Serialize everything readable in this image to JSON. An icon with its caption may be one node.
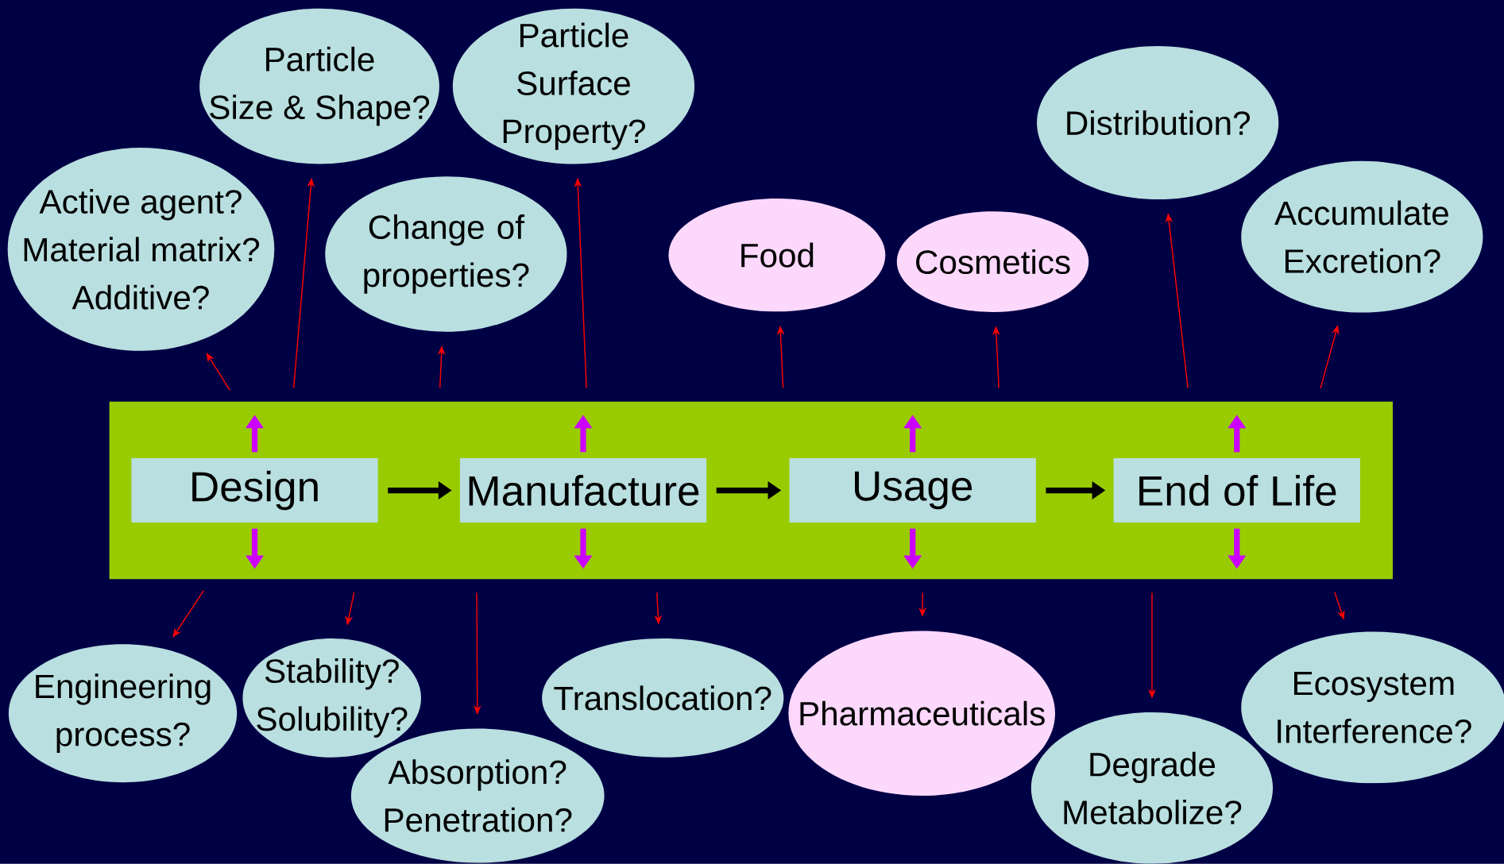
{
  "diagram": {
    "nodes": [
      {
        "text": [],
        "shape": "box"
      },
      {
        "text": [
          "Design"
        ],
        "in": 0
      },
      {
        "text": [
          "Manufacture"
        ],
        "in": 0
      },
      {
        "text": [
          "Usage"
        ],
        "in": 0
      },
      {
        "text": [
          "End of Life"
        ],
        "in": 0
      },
      {
        "text": [
          "Active agent?",
          "Material matrix?",
          "Additive?"
        ]
      },
      {
        "text": [
          "Particle",
          "Size & Shape?"
        ]
      },
      {
        "text": [
          "Change of properties?"
        ]
      },
      {
        "text": [
          "Particle Surface Property?"
        ]
      },
      {
        "text": [
          "Food"
        ]
      },
      {
        "text": [
          "Cosmetics"
        ]
      },
      {
        "text": [
          "Distribution?"
        ]
      },
      {
        "text": [
          "Accumulate",
          "Excretion?"
        ]
      },
      {
        "text": [
          "Engineering process?"
        ]
      },
      {
        "text": [
          "Stability?",
          "Solubility?"
        ]
      },
      {
        "text": [
          "Absorption?",
          "Penetration?"
        ]
      },
      {
        "text": [
          "Translocation?"
        ]
      },
      {
        "text": [
          "Pharmaceuticals"
        ]
      },
      {
        "text": [
          "Degrade",
          "Metabolize?"
        ]
      },
      {
        "text": [
          "Ecosystem Interference?"
        ]
      }
    ],
    "edges": [
      {
        "from": 1,
        "to": 2,
        "arrow": "to",
        "style": "thick",
        "color": "#000000"
      },
      {
        "from": 2,
        "to": 3,
        "arrow": "to",
        "style": "thick",
        "color": "#000000"
      },
      {
        "from": 3,
        "to": 4,
        "arrow": "to",
        "style": "thick",
        "color": "#000000"
      },
      {
        "from": 1,
        "to": null,
        "arrow": "to",
        "style": "thick",
        "color": "#cc00ff"
      },
      {
        "from": 1,
        "to": null,
        "arrow": "to",
        "style": "thick",
        "color": "#cc00ff"
      },
      {
        "from": 2,
        "to": null,
        "arrow": "to",
        "style": "thick",
        "color": "#cc00ff"
      },
      {
        "from": 2,
        "to": null,
        "arrow": "to",
        "style": "thick",
        "color": "#cc00ff"
      },
      {
        "from": 3,
        "to": null,
        "arrow": "to",
        "style": "thick",
        "color": "#cc00ff"
      },
      {
        "from": 3,
        "to": null,
        "arrow": "to",
        "style": "thick",
        "color": "#cc00ff"
      },
      {
        "from": 4,
        "to": null,
        "arrow": "to",
        "style": "thick",
        "color": "#cc00ff"
      },
      {
        "from": 4,
        "to": null,
        "arrow": "to",
        "style": "thick",
        "color": "#cc00ff"
      },
      {
        "from": 0,
        "to": 5,
        "arrow": "to"
      },
      {
        "from": 0,
        "to": 6,
        "arrow": "to"
      },
      {
        "from": 0,
        "to": 7,
        "arrow": "to"
      },
      {
        "from": 0,
        "to": 8,
        "arrow": "to"
      },
      {
        "from": 0,
        "to": 9,
        "arrow": "to"
      },
      {
        "from": 0,
        "to": 10,
        "arrow": "to"
      },
      {
        "from": 0,
        "to": 11,
        "arrow": "to"
      },
      {
        "from": 0,
        "to": 12,
        "arrow": "to"
      },
      {
        "from": 0,
        "to": 13,
        "arrow": "to"
      },
      {
        "from": 0,
        "to": 14,
        "arrow": "to"
      },
      {
        "from": 0,
        "to": 15,
        "arrow": "to"
      },
      {
        "from": 0,
        "to": 16,
        "arrow": "to"
      },
      {
        "from": 0,
        "to": 17,
        "arrow": "to"
      },
      {
        "from": 0,
        "to": 18,
        "arrow": "to"
      },
      {
        "from": 0,
        "to": 19,
        "arrow": "to"
      }
    ]
  }
}
